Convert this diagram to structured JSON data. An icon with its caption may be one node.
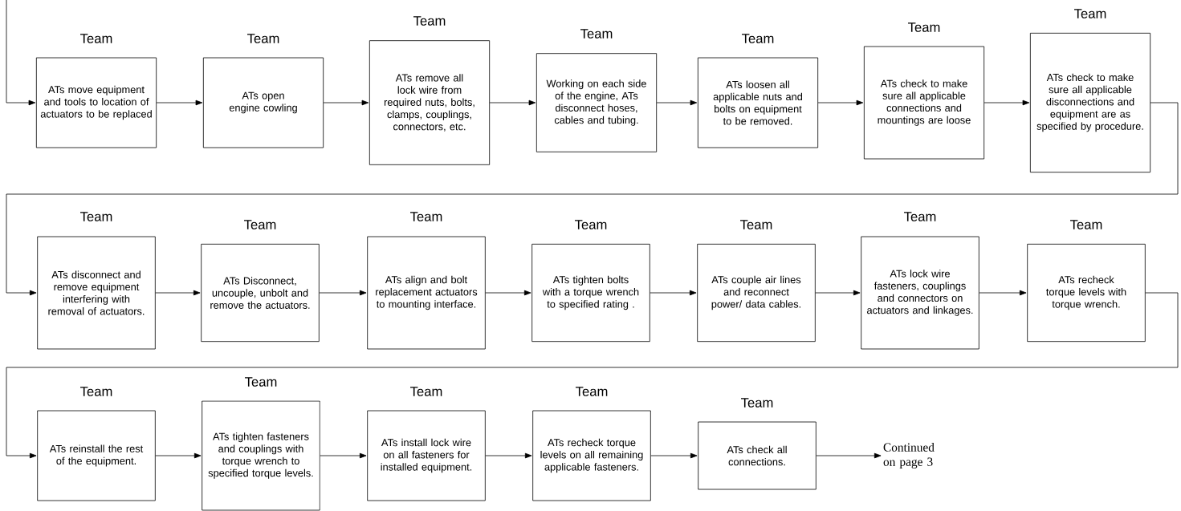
{
  "diagram": {
    "nodes": [
      {
        "text": [
          "Team",
          "ATs move equipment and tools to location of actuators to be replaced"
        ]
      },
      {
        "text": [
          "Team",
          "ATs open engine cowling"
        ]
      },
      {
        "text": [
          "Team",
          "ATs remove all lock wire from required nuts, bolts, clamps, couplings, connectors, etc."
        ]
      },
      {
        "text": [
          "Team",
          "Working on each side of the engine, ATs disconnect hoses, cables and tubing."
        ]
      },
      {
        "text": [
          "Team",
          "ATs loosen all applicable nuts and bolts on equipment to be removed."
        ]
      },
      {
        "text": [
          "Team",
          "ATs check to make sure all applicable connections and mountings are loose"
        ]
      },
      {
        "text": [
          "Team",
          "ATs check to make sure all applicable disconnections and equipment are as specified by procedure."
        ]
      },
      {
        "text": [
          "Team",
          "ATs disconnect and remove equipment interfering with removal of actuators."
        ]
      },
      {
        "text": [
          "Team",
          "ATs Disconnect, uncouple, unbolt and remove the actuators."
        ]
      },
      {
        "text": [
          "Team",
          "ATs align and bolt replacement actuators to mounting interface."
        ]
      },
      {
        "text": [
          "Team",
          "ATs tighten bolts with a torque wrench to specified rating ."
        ]
      },
      {
        "text": [
          "Team",
          "ATs couple air lines and reconnect power/ data cables."
        ]
      },
      {
        "text": [
          "Team",
          "ATs lock wire fasteners, couplings and connectors on actuators and linkages."
        ]
      },
      {
        "text": [
          "Team",
          "ATs recheck torque levels with torque wrench."
        ]
      },
      {
        "text": [
          "Team",
          "ATs reinstall the rest of the equipment."
        ]
      },
      {
        "text": [
          "Team",
          "ATs tighten fasteners and couplings with torque wrench to specified torque levels."
        ]
      },
      {
        "text": [
          "Team",
          "ATs install lock wire on all fasteners for installed equipment."
        ]
      },
      {
        "text": [
          "Team",
          "ATs recheck torque levels on all remaining applicable fasteners."
        ]
      },
      {
        "text": [
          "Team",
          "ATs check all connections."
        ]
      },
      {
        "text": [
          "Continued on page 3"
        ]
      }
    ],
    "edges": [
      {
        "from": null,
        "to": 0,
        "arrow": "to"
      },
      {
        "from": 0,
        "to": 1,
        "arrow": "to"
      },
      {
        "from": 1,
        "to": 2,
        "arrow": "to"
      },
      {
        "from": 2,
        "to": 3,
        "arrow": "to"
      },
      {
        "from": 3,
        "to": 4,
        "arrow": "to"
      },
      {
        "from": 4,
        "to": 5,
        "arrow": "to"
      },
      {
        "from": 5,
        "to": 6,
        "arrow": "to"
      },
      {
        "from": 6,
        "to": 7,
        "arrow": "to"
      },
      {
        "from": 7,
        "to": 8,
        "arrow": "to"
      },
      {
        "from": 8,
        "to": 9,
        "arrow": "to"
      },
      {
        "from": 9,
        "to": 10,
        "arrow": "to"
      },
      {
        "from": 10,
        "to": 11,
        "arrow": "to"
      },
      {
        "from": 11,
        "to": 12,
        "arrow": "to"
      },
      {
        "from": 12,
        "to": 13,
        "arrow": "to"
      },
      {
        "from": 13,
        "to": 14,
        "arrow": "to"
      },
      {
        "from": 14,
        "to": 15,
        "arrow": "to"
      },
      {
        "from": 15,
        "to": 16,
        "arrow": "to"
      },
      {
        "from": 16,
        "to": 17,
        "arrow": "to"
      },
      {
        "from": 17,
        "to": 18,
        "arrow": "to"
      },
      {
        "from": 18,
        "to": 19,
        "arrow": "to"
      }
    ]
  }
}
